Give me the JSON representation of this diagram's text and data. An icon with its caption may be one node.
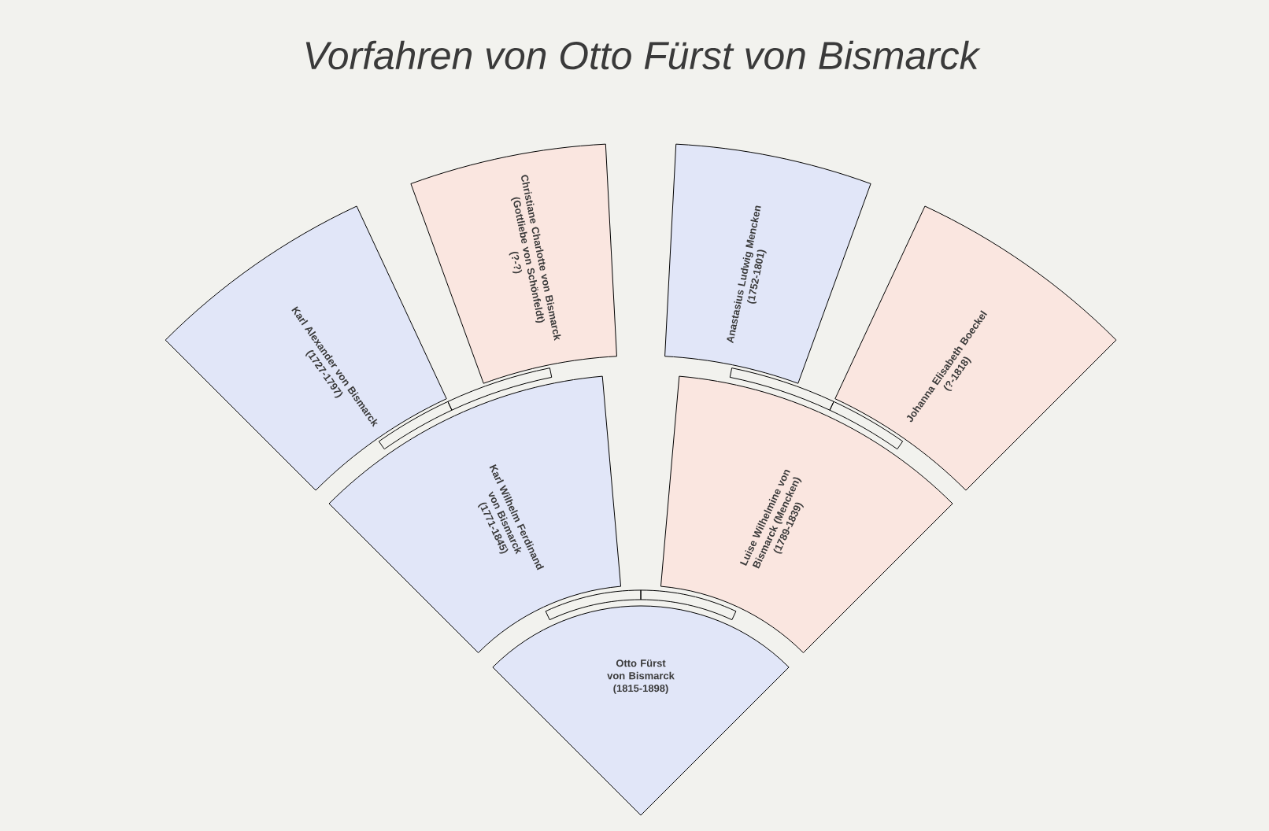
{
  "diagram": {
    "title": "Vorfahren von Otto Fürst von Bismarck",
    "nodes": [
      {
        "text": [
          "Otto Fürst von Bismarck",
          "(1815-1898)"
        ]
      },
      {
        "text": [
          "Karl Wilhelm Ferdinand von Bismarck",
          "(1771-1845)"
        ]
      },
      {
        "text": [
          "Luise Wilhelmine von Bismarck (Mencken)",
          "(1789-1839)"
        ]
      },
      {
        "text": [
          "Karl Alexander von Bismarck",
          "(1727-1797)"
        ]
      },
      {
        "text": [
          "Christiane Charlotte von Bismarck (Gottliebe von Schönfeldt)",
          "(?-?)"
        ]
      },
      {
        "text": [
          "Anastasius Ludwig Mencken",
          "(1752-1801)"
        ]
      },
      {
        "text": [
          "Johanna Elisabeth Boeckel",
          "(?-1818)"
        ]
      }
    ],
    "edges": [
      {
        "from": 0,
        "to": 1,
        "arrow": "none"
      },
      {
        "from": 0,
        "to": 2,
        "arrow": "none"
      },
      {
        "from": 1,
        "to": 3,
        "arrow": "none"
      },
      {
        "from": 1,
        "to": 4,
        "arrow": "none"
      },
      {
        "from": 2,
        "to": 5,
        "arrow": "none"
      },
      {
        "from": 2,
        "to": 6,
        "arrow": "none"
      }
    ]
  }
}
